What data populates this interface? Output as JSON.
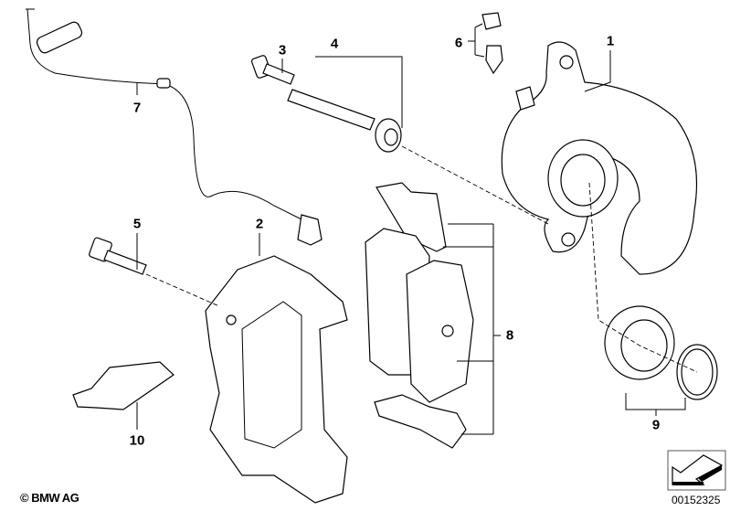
{
  "diagram": {
    "part_numbers": [
      "1",
      "2",
      "3",
      "4",
      "5",
      "6",
      "7",
      "8",
      "9",
      "10"
    ],
    "copyright": "© BMW AG",
    "document_number": "00152325",
    "icons": [
      "arrow-orientation-icon"
    ]
  }
}
